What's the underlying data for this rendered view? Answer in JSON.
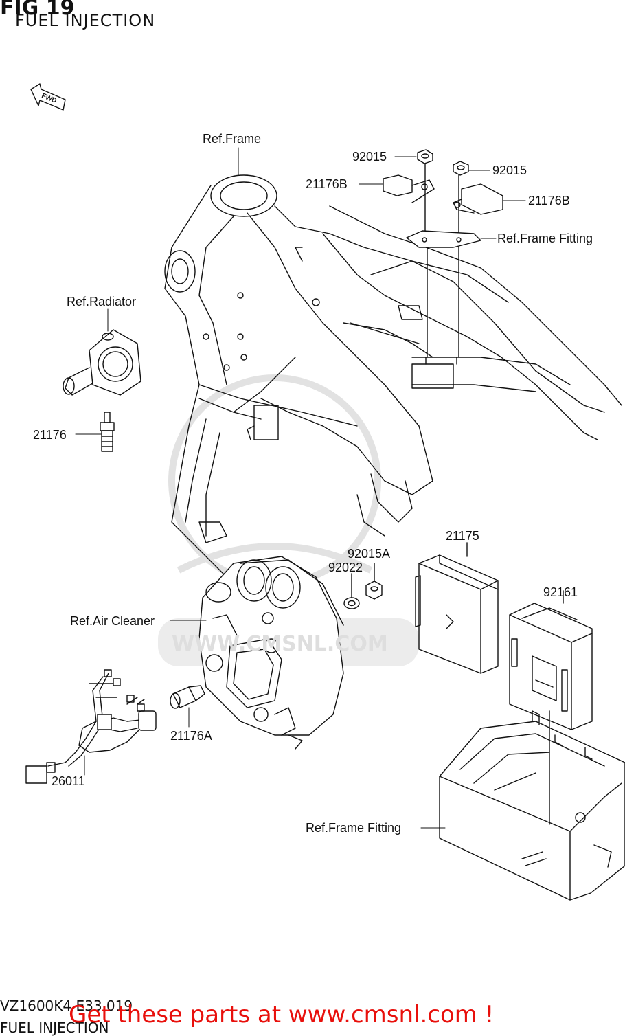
{
  "header": {
    "fig_number": "FIG 19",
    "title": "FUEL INJECTION"
  },
  "fwd_arrow": {
    "text": "FWD"
  },
  "watermark": {
    "brand": "CMS",
    "url": "WWW.CMSNL.COM"
  },
  "callouts": [
    {
      "id": "ref-frame",
      "label": "Ref.Frame"
    },
    {
      "id": "92015-a",
      "label": "92015"
    },
    {
      "id": "21176b-a",
      "label": "21176B"
    },
    {
      "id": "92015-b",
      "label": "92015"
    },
    {
      "id": "21176b-b",
      "label": "21176B"
    },
    {
      "id": "ref-frame-fitting-top",
      "label": "Ref.Frame Fitting"
    },
    {
      "id": "ref-radiator",
      "label": "Ref.Radiator"
    },
    {
      "id": "21176",
      "label": "21176"
    },
    {
      "id": "21175",
      "label": "21175"
    },
    {
      "id": "92015a",
      "label": "92015A"
    },
    {
      "id": "92022",
      "label": "92022"
    },
    {
      "id": "92161",
      "label": "92161"
    },
    {
      "id": "ref-air-cleaner",
      "label": "Ref.Air Cleaner"
    },
    {
      "id": "21176a",
      "label": "21176A"
    },
    {
      "id": "26011",
      "label": "26011"
    },
    {
      "id": "ref-frame-fitting-bottom",
      "label": "Ref.Frame Fitting"
    }
  ],
  "footer": {
    "code": "VZ1600K4 E33 019",
    "title": "FUEL INJECTION",
    "promo": "Get these parts at www.cmsnl.com !"
  },
  "colors": {
    "promo": "#e8100c",
    "lines": "#111111",
    "watermark": "#dedede"
  }
}
